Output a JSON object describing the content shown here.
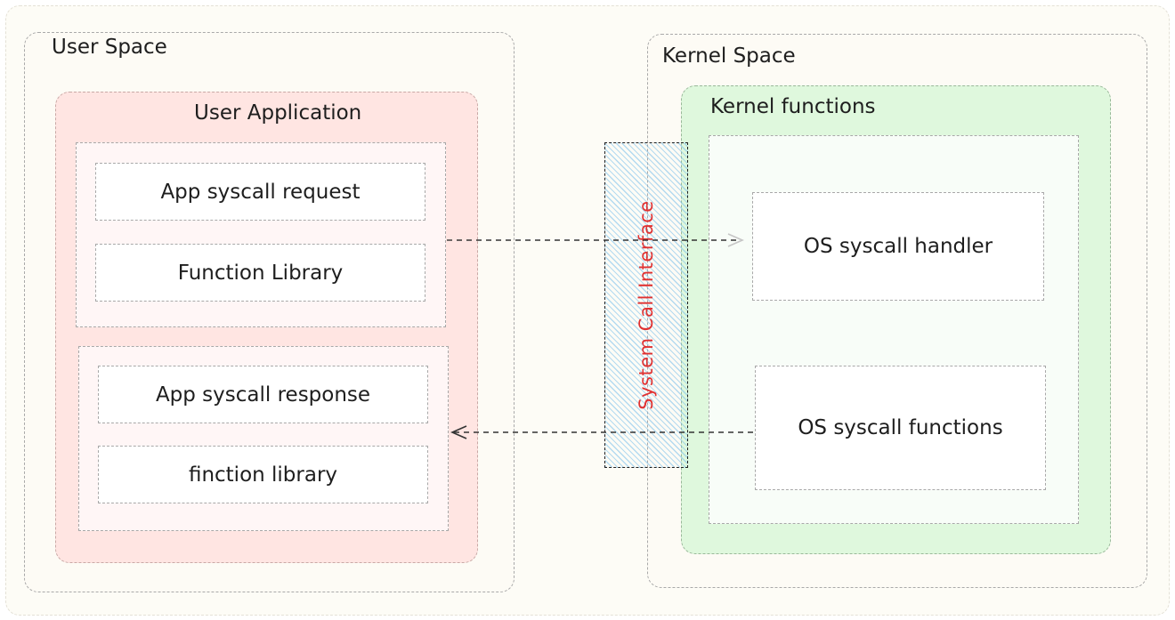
{
  "diagram": {
    "user_space": {
      "title": "User Space",
      "application": {
        "title": "User Application",
        "request_group": [
          "App syscall request",
          "Function Library"
        ],
        "response_group": [
          "App syscall response",
          "finction library"
        ]
      }
    },
    "kernel_space": {
      "title": "Kernel Space",
      "functions": {
        "title": "Kernel functions",
        "items": [
          "OS syscall handler",
          "OS syscall functions"
        ]
      }
    },
    "interface": {
      "label": "System Call Interface"
    }
  }
}
